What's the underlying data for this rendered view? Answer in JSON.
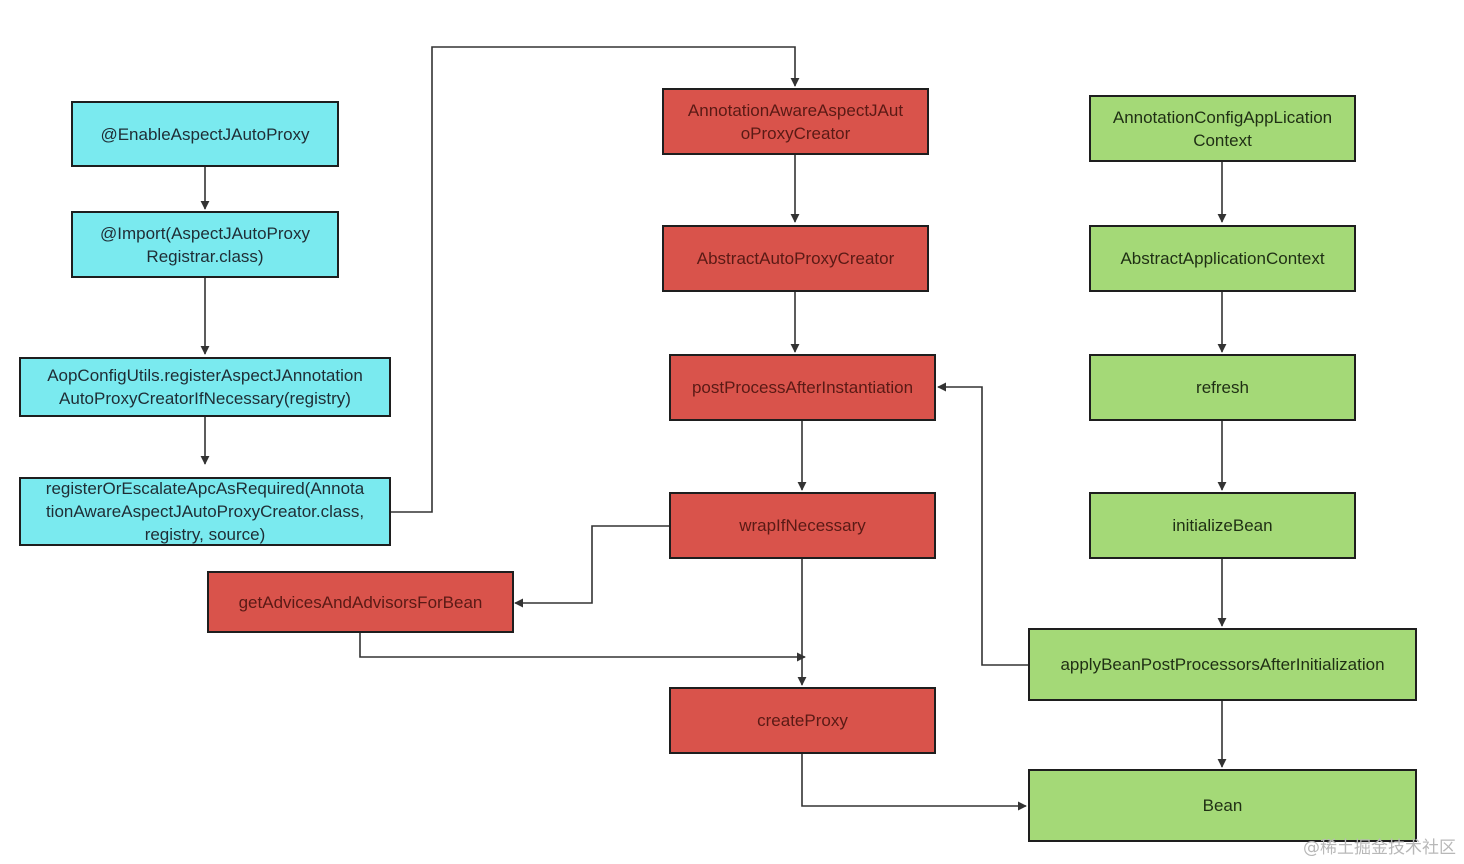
{
  "diagram": {
    "nodes": {
      "enable_aspectj": "@EnableAspectJAutoProxy",
      "import_registrar": "@Import(AspectJAutoProxy\nRegistrar.class)",
      "aop_config_utils": "AopConfigUtils.registerAspectJAnnotation\nAutoProxyCreatorIfNecessary(registry)",
      "register_or_escalate": "registerOrEscalateApcAsRequired(Annota\ntionAwareAspectJAutoProxyCreator.class,\nregistry, source)",
      "annotation_aware_creator": "AnnotationAwareAspectJAut\noProxyCreator",
      "abstract_auto_proxy_creator": "AbstractAutoProxyCreator",
      "post_process_after_instantiation": "postProcessAfterInstantiation",
      "wrap_if_necessary": "wrapIfNecessary",
      "get_advices_and_advisors": "getAdvicesAndAdvisorsForBean",
      "create_proxy": "createProxy",
      "annotation_config_context": "AnnotationConfigAppLication\nContext",
      "abstract_application_context": "AbstractApplicationContext",
      "refresh": "refresh",
      "initialize_bean": "initializeBean",
      "apply_bpp_after_init": "applyBeanPostProcessorsAfterInitialization",
      "bean": "Bean"
    },
    "colors": {
      "cyan": "#7aeaef",
      "red": "#d9534b",
      "green": "#a4d977",
      "line": "#333333"
    }
  },
  "watermark": "@稀土掘金技术社区"
}
